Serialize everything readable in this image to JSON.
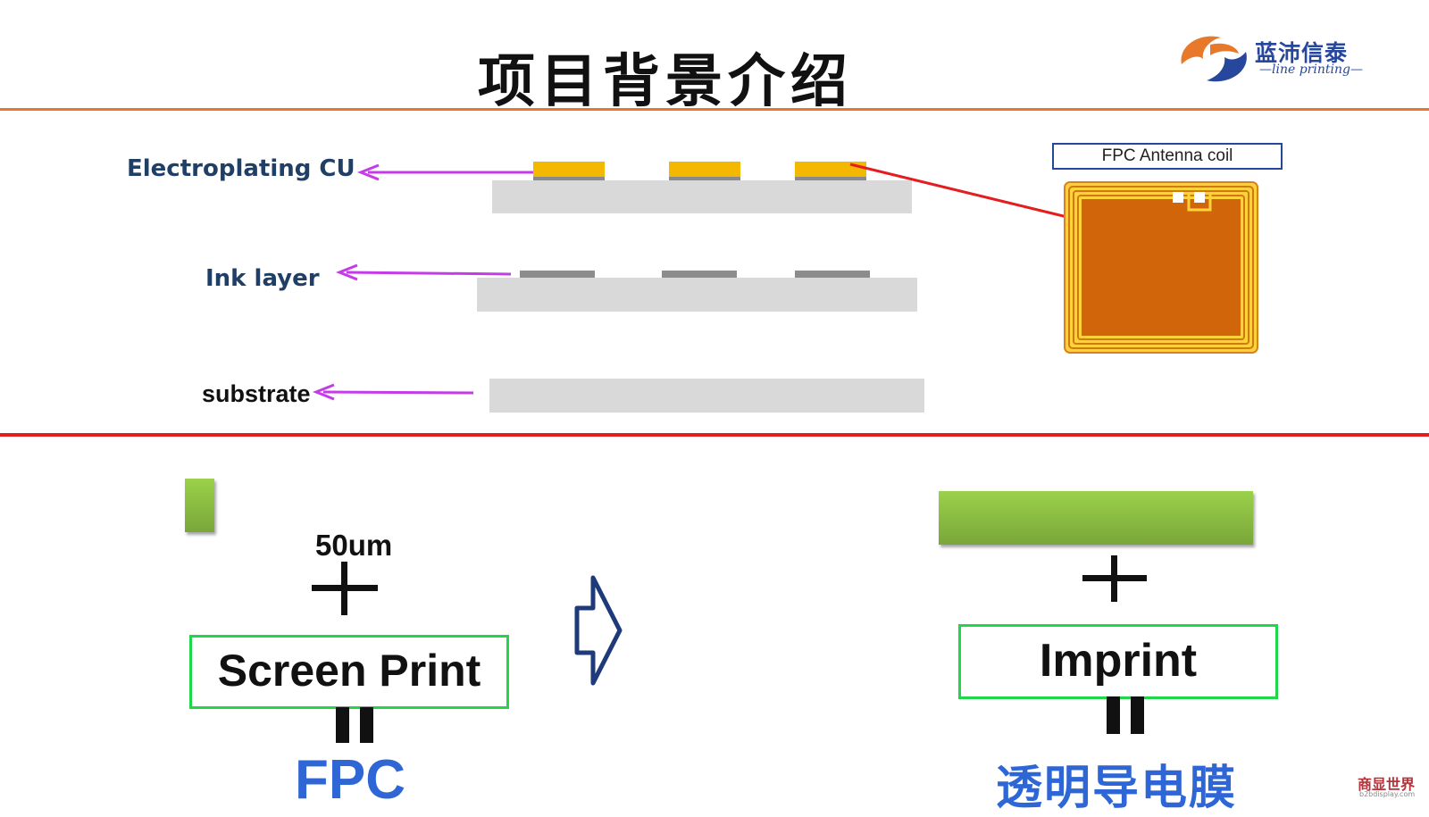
{
  "title": "项目背景介绍",
  "logo": {
    "name_cn": "蓝沛信泰",
    "tagline": "—line printing—"
  },
  "layers": {
    "electroplating_label": "Electroplating CU",
    "ink_label": "Ink layer",
    "substrate_label": "substrate"
  },
  "coil": {
    "caption": "FPC Antenna coil"
  },
  "left_process": {
    "width_label": "50um",
    "method": "Screen Print",
    "result": "FPC"
  },
  "right_process": {
    "method": "Imprint",
    "result": "透明导电膜"
  },
  "watermark": {
    "name_cn": "商显世界",
    "url": "b2bdisplay.com"
  },
  "colors": {
    "accent_orange": "#e8782a",
    "divider_red": "#e41e1e",
    "arrow_magenta": "#c43be8",
    "copper_yellow": "#f5b800",
    "result_blue": "#2f66d6",
    "box_green": "#22d64a"
  }
}
